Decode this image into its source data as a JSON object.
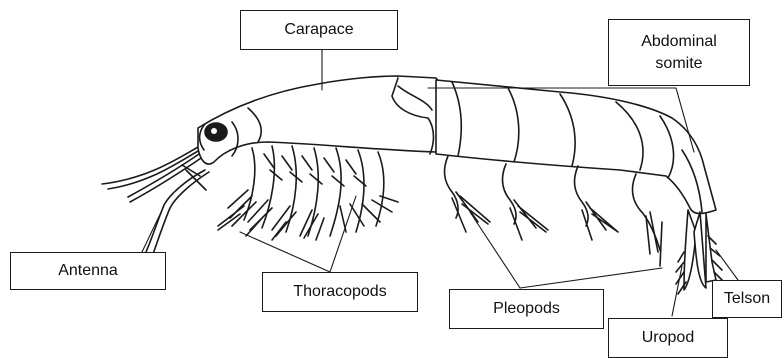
{
  "labels": {
    "carapace": "Carapace",
    "abdominal_somite": "Abdominal\nsomite",
    "antenna": "Antenna",
    "thoracopods": "Thoracopods",
    "pleopods": "Pleopods",
    "telson": "Telson",
    "uropod": "Uropod"
  },
  "colors": {
    "line": "#1a1a1a",
    "fill": "#ffffff",
    "text": "#111111"
  }
}
